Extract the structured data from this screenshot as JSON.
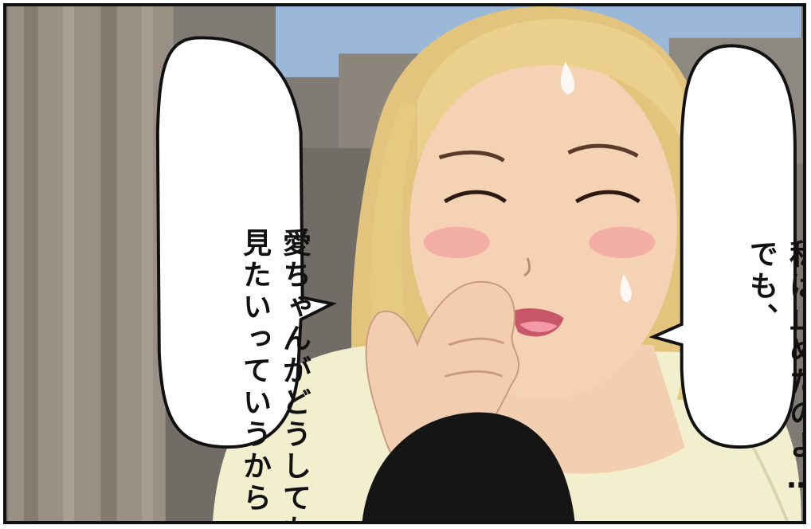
{
  "speech_bubbles": {
    "left": {
      "lines": [
        "愛ちゃんがどうしても",
        "見たいっていうから…"
      ]
    },
    "right": {
      "lines": [
        "私は止めたのよ…",
        "でも、"
      ]
    }
  },
  "colors": {
    "frame": "#111111",
    "hair_blonde": "#e8cc86",
    "skin": "#f6d2b4",
    "blouse": "#f2efcf",
    "window_sky": "#9bb8d9",
    "curtain": "#9a8f84",
    "child_hair": "#151515",
    "blush": "#f29ea0",
    "bubble_fill": "#ffffff"
  }
}
